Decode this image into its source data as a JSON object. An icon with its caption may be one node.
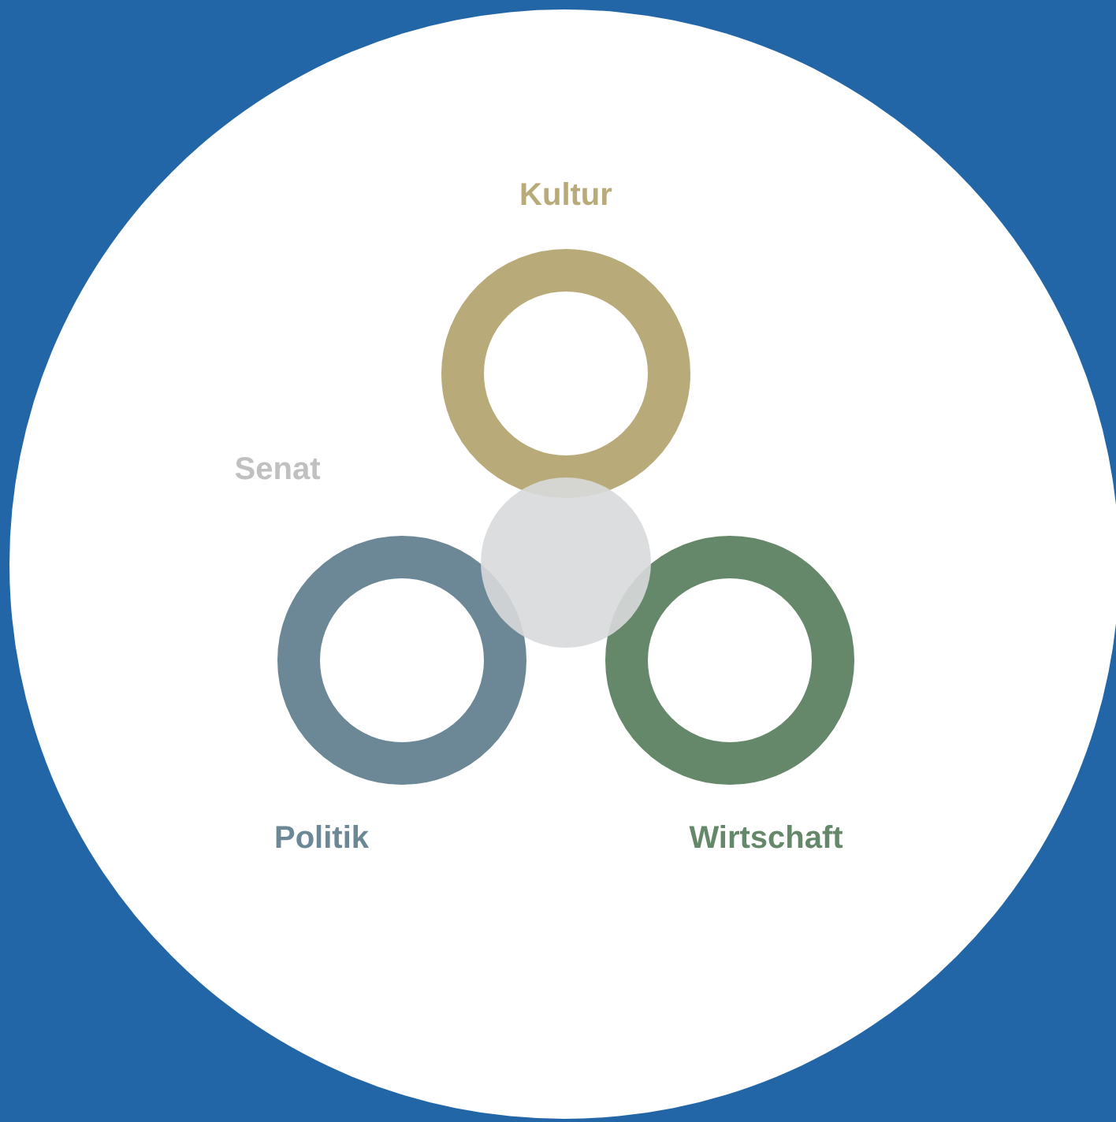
{
  "diagram": {
    "nodes": [
      {
        "text": [
          "Kultur"
        ]
      },
      {
        "text": [
          "Politik"
        ]
      },
      {
        "text": [
          "Wirtschaft"
        ]
      },
      {
        "text": [],
        "shape": "circle"
      }
    ],
    "labels": [
      "Senat"
    ]
  }
}
